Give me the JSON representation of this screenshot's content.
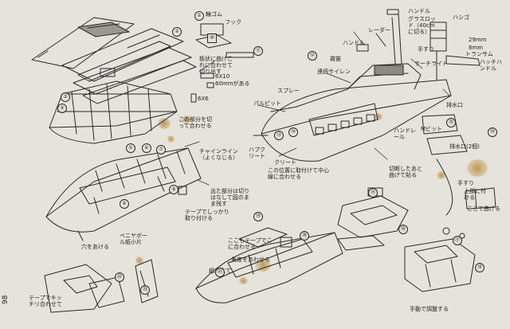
{
  "page_number": "98",
  "labels": {
    "rubber": "輪ゴム",
    "hook": "フック",
    "fold_to_shape": "板状に曲げこれに合わせて切り出す",
    "dim_6x10": "6X10",
    "dim_60mm": "60mmがある",
    "dim_6x6": "6X6",
    "cut_to_match": "この部分を切って合わせる",
    "chine_line": "チャインライン（よくなじる）",
    "extend_cut": "出た部分は切りはなして図のまま残す",
    "tape_adjust": "テープでしっかり取り付ける",
    "hole_cut": "穴をあける",
    "bow_bolt": "ベニヤボール紙小片",
    "radar": "レーダー",
    "handle": "ハンドル",
    "grass_rod": "グラスロッド（40cmに切る）",
    "handrail_top": "ハンドル",
    "ladder": "ハシゴ",
    "dim_29mm": "29mm",
    "dim_8mm": "8mm",
    "transom": "トランサム",
    "hatch_handle": "ハッチハンドル",
    "search_light": "サーチライト",
    "foghorn": "霧笛",
    "siren": "連続サイレン",
    "handrail": "手すり",
    "spray": "スプレー",
    "pulpit": "パルピット",
    "cleat_left": "ハプクリート",
    "cleat": "クリート",
    "rail_hand": "ハンドレール",
    "bitt": "Mビット",
    "scupper": "排水口",
    "fuel_inlet": "排水口(2個)",
    "center_align": "この位置に取付けて中心線に合わせる",
    "bend_after_cut": "切断したあと曲げて貼る",
    "handrail_right": "手すり",
    "fit_upper": "上部に付ける",
    "bend_here": "ここで曲げる",
    "cabin_note": "ここもテープでこに合わせる",
    "angle_note": "角度をあわせる",
    "hand_note": "手動で調整する",
    "tape_edge": "テープでキッチリ合わせて",
    "assemble": "組み立て"
  },
  "part_numbers": [
    "①",
    "②",
    "③",
    "④",
    "⑤",
    "⑥",
    "⑦",
    "⑧",
    "⑨",
    "⑩",
    "⑪",
    "⑫",
    "⑬",
    "⑭",
    "⑮",
    "⑯",
    "⑰",
    "⑱",
    "⑲",
    "⑳",
    "㉑",
    "㉒",
    "㉓",
    "㉔",
    "㉕"
  ],
  "colors": {
    "paper": "#e6e3dc",
    "ink": "#2a2a2a",
    "stain": "#b2802a"
  }
}
